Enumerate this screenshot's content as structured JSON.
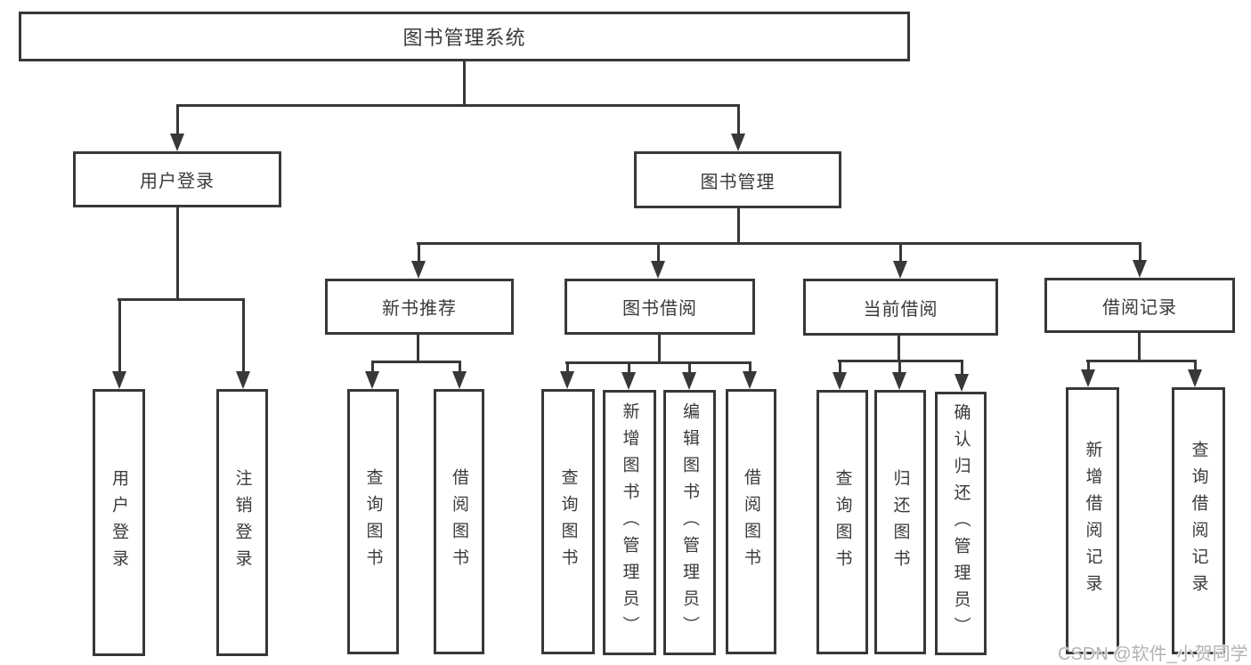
{
  "colors": {
    "line": "#383838",
    "text": "#3a3a3a",
    "watermark_text": "#b3b3b3",
    "background": "#ffffff"
  },
  "diagram": {
    "title": "图书管理系统",
    "user_login": {
      "label": "用户登录",
      "children": [
        "用户登录",
        "注销登录"
      ]
    },
    "book_mgmt": {
      "label": "图书管理",
      "sections": [
        {
          "label": "新书推荐",
          "children": [
            "查询图书",
            "借阅图书"
          ]
        },
        {
          "label": "图书借阅",
          "children": [
            "查询图书",
            "新增图书（管理员）",
            "编辑图书（管理员）",
            "借阅图书"
          ]
        },
        {
          "label": "当前借阅",
          "children": [
            "查询图书",
            "归还图书",
            "确认归还（管理员）"
          ]
        },
        {
          "label": "借阅记录",
          "children": [
            "新增借阅记录",
            "查询借阅记录"
          ]
        }
      ]
    }
  },
  "watermark": {
    "text": "CSDN @软件_小贺同学"
  }
}
